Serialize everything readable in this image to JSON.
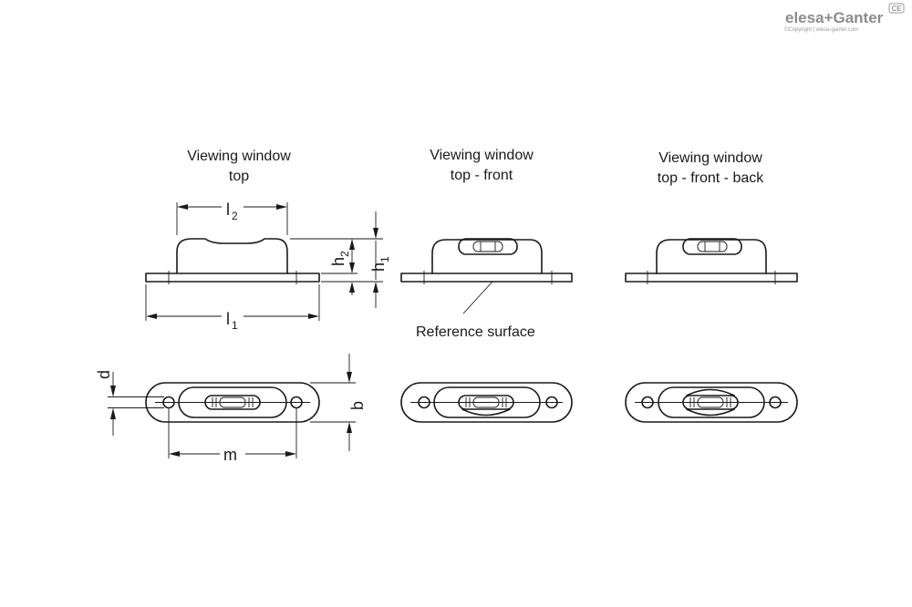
{
  "brand": {
    "name": "elesa+Ganter",
    "copyright": "©Copyright | elesa-ganter.com",
    "mark": "CE"
  },
  "views": [
    {
      "title_line1": "Viewing window",
      "title_line2": "top"
    },
    {
      "title_line1": "Viewing window",
      "title_line2": "top - front"
    },
    {
      "title_line1": "Viewing window",
      "title_line2": "top - front - back"
    }
  ],
  "dimensions": {
    "l2": {
      "base": "l",
      "sub": "2"
    },
    "l1": {
      "base": "l",
      "sub": "1"
    },
    "h2": {
      "base": "h",
      "sub": "2"
    },
    "h1": {
      "base": "h",
      "sub": "1"
    },
    "d": "d",
    "b": "b",
    "m": "m"
  },
  "annotations": {
    "reference_surface": "Reference surface"
  }
}
